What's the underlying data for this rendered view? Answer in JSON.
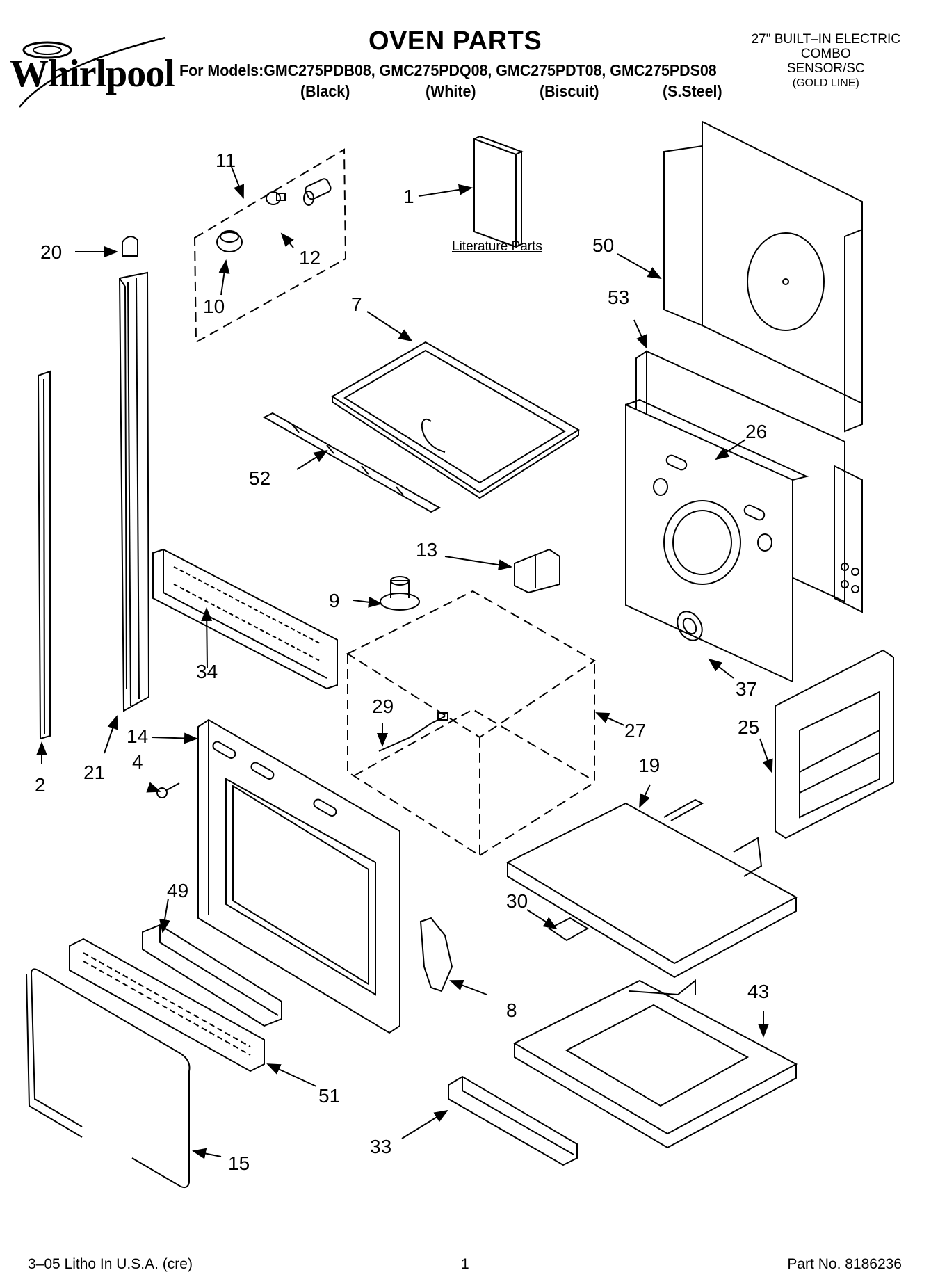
{
  "header": {
    "brand": "Whirlpool",
    "title": "OVEN PARTS",
    "models_line": "For Models:GMC275PDB08, GMC275PDQ08, GMC275PDT08, GMC275PDS08",
    "colors": [
      "(Black)",
      "(White)",
      "(Biscuit)",
      "(S.Steel)"
    ],
    "product_line1": "27\" BUILT–IN ELECTRIC",
    "product_line2": "COMBO",
    "product_line3": "SENSOR/SC",
    "product_line4": "(GOLD LINE)"
  },
  "diagram": {
    "literature_label": "Literature Parts",
    "callouts": [
      "1",
      "2",
      "4",
      "7",
      "8",
      "9",
      "10",
      "11",
      "12",
      "13",
      "14",
      "15",
      "19",
      "20",
      "21",
      "25",
      "26",
      "27",
      "29",
      "30",
      "33",
      "34",
      "37",
      "43",
      "49",
      "50",
      "51",
      "52",
      "53"
    ]
  },
  "footer": {
    "left": "3–05 Litho In U.S.A. (cre)",
    "page": "1",
    "part_no": "Part No. 8186236"
  }
}
